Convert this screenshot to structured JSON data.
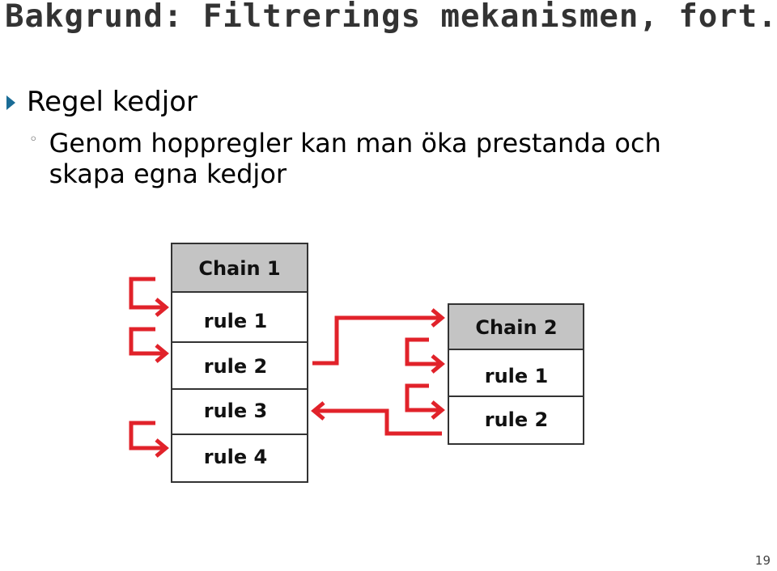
{
  "slide": {
    "title": "Bakgrund: Filtrerings mekanismen, fort.",
    "bullet_level1": "Regel kedjor",
    "bullet_level2": "Genom hoppregler kan man öka prestanda och skapa egna kedjor",
    "page_number": "19"
  },
  "diagram": {
    "chain1": {
      "header": "Chain 1",
      "rules": [
        "rule 1",
        "rule 2",
        "rule 3",
        "rule 4"
      ]
    },
    "chain2": {
      "header": "Chain 2",
      "rules": [
        "rule 1",
        "rule 2"
      ]
    },
    "colors": {
      "arrow": "#e1222a",
      "header_fill": "#c4c4c4",
      "bullet_marker": "#1a6c96"
    }
  }
}
